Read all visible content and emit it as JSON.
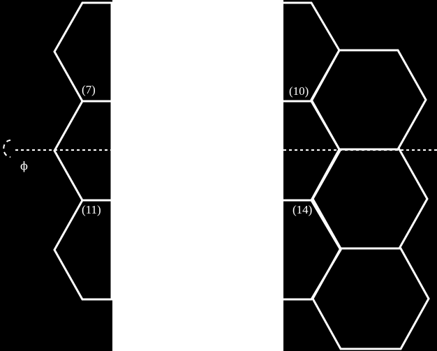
{
  "diagram": {
    "labels": {
      "l7": "(7)",
      "l10": "(10)",
      "l11": "(11)",
      "l14": "(14)"
    },
    "axis_symbol": "ϕ",
    "colors": {
      "background": "#000000",
      "lines": "#ffffff",
      "panel": "#ffffff"
    }
  }
}
